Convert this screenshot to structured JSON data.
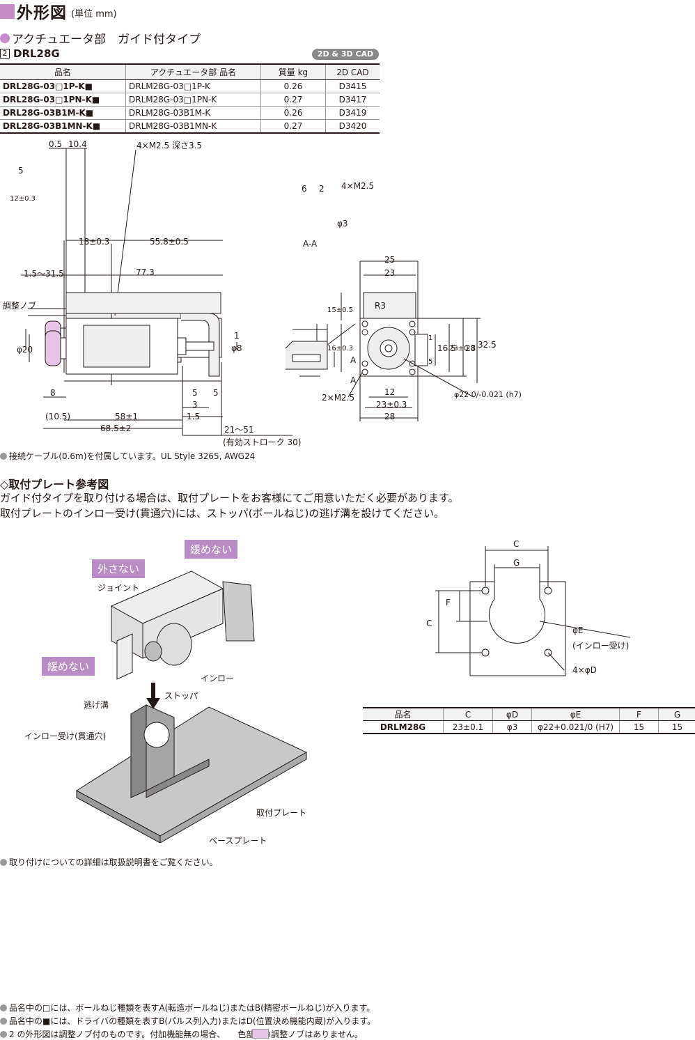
{
  "header": {
    "title": "外形図",
    "unit": "(単位 mm)"
  },
  "subtitle": "アクチュエータ部　ガイド付タイプ",
  "model": {
    "num": "2",
    "name": "DRL28G",
    "cad_badge": "2D & 3D CAD"
  },
  "table1": {
    "headers": [
      "品名",
      "アクチュエータ部 品名",
      "質量 kg",
      "2D CAD"
    ],
    "rows": [
      [
        "DRL28G-03□1P-K■",
        "DRLM28G-03□1P-K",
        "0.26",
        "D3415"
      ],
      [
        "DRL28G-03□1PN-K■",
        "DRLM28G-03□1PN-K",
        "0.27",
        "D3417"
      ],
      [
        "DRL28G-03B1M-K■",
        "DRLM28G-03B1M-K",
        "0.26",
        "D3419"
      ],
      [
        "DRL28G-03B1MN-K■",
        "DRLM28G-03B1MN-K",
        "0.27",
        "D3420"
      ]
    ]
  },
  "drawing": {
    "top_dims": [
      "0.5",
      "10.4",
      "4×M2.5 深さ3.5",
      "5",
      "12±0.3",
      "18±0.3",
      "55.8±0.5"
    ],
    "aa": {
      "dims": [
        "6",
        "2",
        "4×M2.5",
        "φ3"
      ],
      "label": "A-A"
    },
    "side_dims": [
      "1.5～31.5",
      "77.3",
      "調整ノブ",
      "φ20",
      "φ8",
      "1",
      "8",
      "5",
      "5",
      "3",
      "(10.5)",
      "58±1",
      "1.5",
      "68.5±2",
      "21～51",
      "(有効ストローク 30)"
    ],
    "front_dims": [
      "25",
      "23",
      "R3",
      "15±0.5",
      "16±0.3",
      "23±0.3",
      "16.5",
      "28",
      "32.5",
      "1",
      "5",
      "A",
      "A",
      "2×M2.5",
      "12",
      "23±0.3",
      "28",
      "φ22 0/-0.021 (h7)"
    ]
  },
  "note1": "接続ケーブル(0.6m)を付属しています。UL Style 3265, AWG24",
  "plate": {
    "title": "◇取付プレート参考図",
    "para1": "ガイド付タイプを取り付ける場合は、取付プレートをお客様にてご用意いただく必要があります。",
    "para2": "取付プレートのインロー受け(貫通穴)には、ストッパ(ボールねじ)の逃げ溝を設けてください。",
    "tags": [
      "外さない",
      "緩めない",
      "緩めない"
    ],
    "labels": [
      "ジョイント",
      "インロー",
      "ストッパ",
      "逃げ溝",
      "インロー受け(貫通穴)",
      "取付プレート",
      "ベースプレート"
    ],
    "diagram_labels": [
      "C",
      "G",
      "F",
      "C",
      "φE",
      "(インロー受け)",
      "4×φD"
    ]
  },
  "table2": {
    "headers": [
      "品名",
      "C",
      "φD",
      "φE",
      "F",
      "G"
    ],
    "row": [
      "DRLM28G",
      "23±0.1",
      "φ3",
      "φ22+0.021/0 (H7)",
      "15",
      "15"
    ]
  },
  "note2": "取り付けについての詳細は取扱説明書をご覧ください。",
  "footnotes": [
    "品名中の□には、ボールねじ種類を表すA(転造ボールねじ)またはB(精密ボールねじ)が入ります。",
    "品名中の■には、ドライバの種類を表すB(パルス列入力)またはD(位置決め機能内蔵)が入ります。",
    "2 の外形図は調整ノブ付のものです。付加機能無の場合、　　色部分の調整ノブはありません。"
  ],
  "colors": {
    "accent": "#c48cc8",
    "tag": "#b88dc6",
    "knob": "#e6c4e6",
    "metal": "#d9d9d9",
    "dot": "#999999"
  }
}
